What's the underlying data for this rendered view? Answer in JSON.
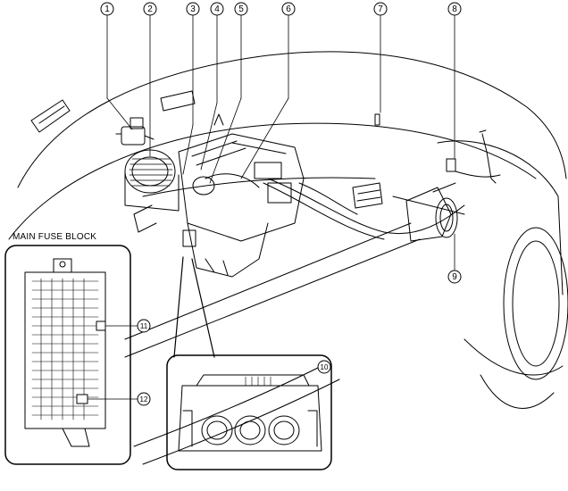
{
  "inset_main_fuse_block": {
    "title": "MAIN FUSE BLOCK"
  },
  "callouts": [
    "1",
    "2",
    "3",
    "4",
    "5",
    "6",
    "7",
    "8",
    "9",
    "10",
    "11",
    "12"
  ],
  "colors": {
    "line": "#000000",
    "background": "#ffffff"
  }
}
